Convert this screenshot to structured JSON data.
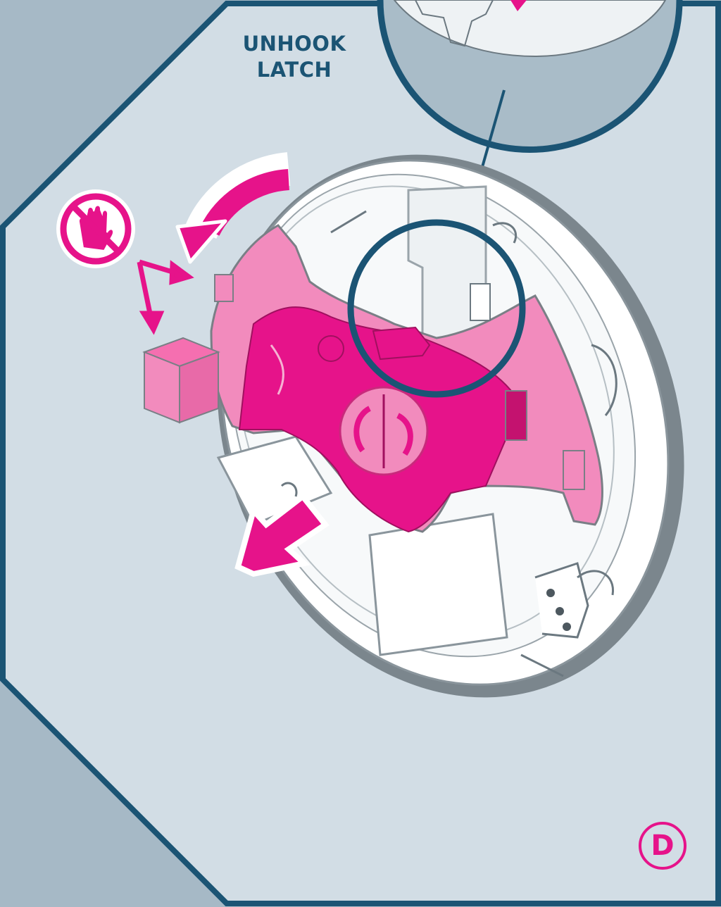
{
  "callout": {
    "line1": "UNHOOK",
    "line2": "LATCH"
  },
  "step": {
    "letter": "D"
  },
  "icons": {
    "no_touch": "no-hand-touch-icon",
    "rotate_arrow": "curved-rotate-arrow-icon",
    "pull_arrow": "pull-out-arrow-icon",
    "wiggle_arrows": "double-headed-arrows-icon"
  },
  "colors": {
    "background_outer": "#a6b9c6",
    "panel_fill": "#d2dde5",
    "panel_border": "#1b5474",
    "accent_magenta": "#e6138a",
    "accent_pink_light": "#f28bbd",
    "device_outline": "#6b7880"
  }
}
